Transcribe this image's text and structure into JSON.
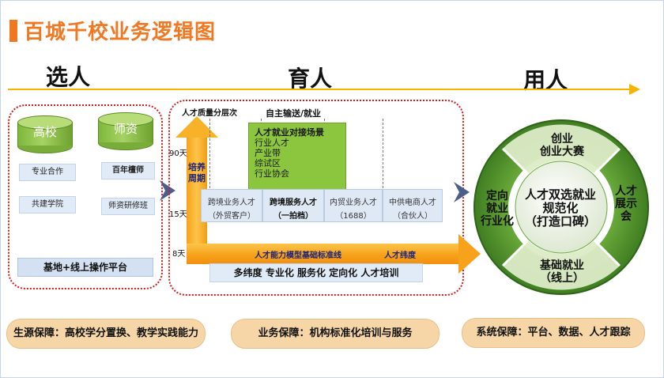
{
  "title": "百城千校业务逻辑图",
  "stages": {
    "select": "选人",
    "cultivate": "育人",
    "employ": "用人"
  },
  "select_section": {
    "cylinders": [
      "高校",
      "师资"
    ],
    "tags": [
      "专业合作",
      "百年檀师",
      "共建学院",
      "师资研修班"
    ],
    "platform": "基地+线上操作平台"
  },
  "cultivate_section": {
    "talent_quality_label": "人才质量分层次",
    "self_output_label": "自主输送/就业",
    "vertical_label": "培养周期",
    "time_marks": [
      "90天",
      "15天",
      "8天"
    ],
    "scene_box": {
      "title": "人才就业对接场景",
      "items": [
        "行业人才",
        "产业带",
        "综试区",
        "行业协会"
      ]
    },
    "steps": [
      {
        "line1": "跨境业务人才",
        "line2": "（外贸客户）",
        "bold": false
      },
      {
        "line1": "跨境服务人才",
        "line2": "（一拍档）",
        "bold": true
      },
      {
        "line1": "内贸业务人才",
        "line2": "（1688）",
        "bold": false
      },
      {
        "line1": "中供电商人才",
        "line2": "（合伙人）",
        "bold": false
      }
    ],
    "arrow_label_1": "人才能力模型基础标准线",
    "arrow_label_2": "人才纬度",
    "dimensions": "多纬度  专业化    服务化   定向化  人才培训"
  },
  "employ_section": {
    "top": "创业\n创业大赛",
    "left": "定向\n就业\n行业化",
    "right": "人才\n展示\n会",
    "bottom": "基础就业\n（线上）",
    "center": "人才双选就业\n规范化\n（打造口碑）"
  },
  "guarantees": [
    "生源保障：高校学分置换、教学实践能力",
    "业务保障：机构标准化培训与服务",
    "系统保障：平台、数据、人才跟踪"
  ],
  "colors": {
    "title": "#f07822",
    "ring": "#4e8f2c",
    "arrow": "#f7a21a",
    "pill": "#f6d6a6",
    "dotted": "#d81b1b"
  }
}
